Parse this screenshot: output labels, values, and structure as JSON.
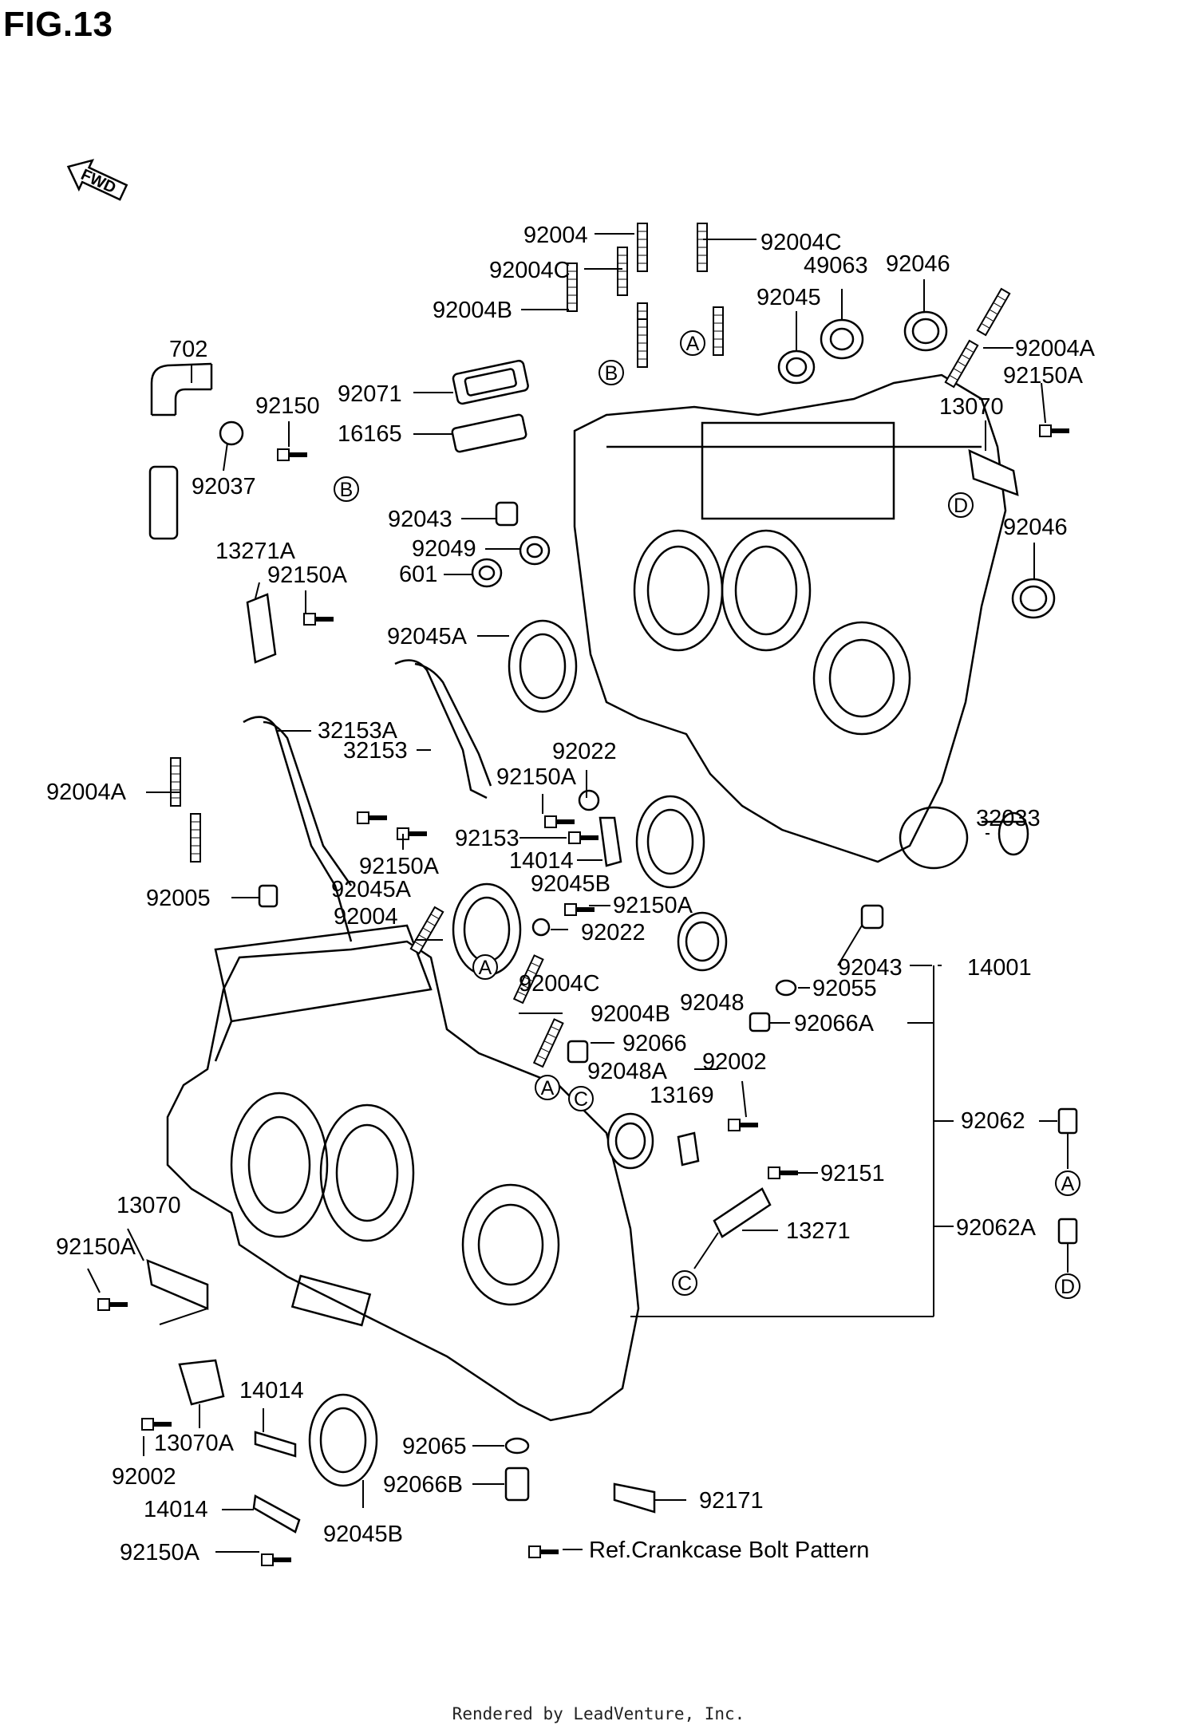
{
  "figure_title": "FIG.13",
  "direction_label": "FWD",
  "footer": "Rendered by LeadVenture, Inc.",
  "note": "Ref.Crankcase Bolt Pattern",
  "callout_letters": [
    "A",
    "B",
    "C",
    "D"
  ],
  "parts": [
    "92004",
    "92004C",
    "92004C",
    "92004B",
    "49063",
    "92046",
    "92045",
    "92004A",
    "92150A",
    "702",
    "92150",
    "92071",
    "16165",
    "13070",
    "92037",
    "92043",
    "92046",
    "92049",
    "601",
    "13271A",
    "92150A",
    "92045A",
    "32153A",
    "32153",
    "92022",
    "92150A",
    "92004A",
    "32033",
    "92153",
    "14014",
    "92150A",
    "92045A",
    "92045B",
    "92150A",
    "92005",
    "92004",
    "92022",
    "92043",
    "14001",
    "92004C",
    "92048",
    "92055",
    "92004B",
    "92066A",
    "92066",
    "92002",
    "92048A",
    "13169",
    "92062",
    "92151",
    "13070",
    "92062A",
    "13271",
    "92150A",
    "14014",
    "13070A",
    "92065",
    "92002",
    "92066B",
    "92171",
    "14014",
    "92045B",
    "92150A"
  ]
}
